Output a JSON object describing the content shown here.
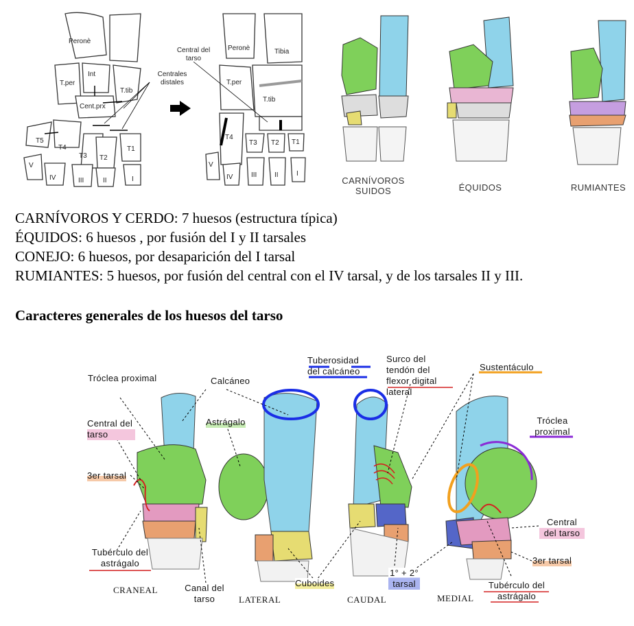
{
  "top_diagram": {
    "left_labels": {
      "perone": "Peronè",
      "int": "Int",
      "t_per": "T.per",
      "t_tib": "T.tib",
      "cent_prx": "Cent.prx",
      "t5": "T5",
      "t4": "T4",
      "t3": "T3",
      "t2": "T2",
      "t1": "T1",
      "m5": "V",
      "m4": "IV",
      "m3": "III",
      "m2": "II",
      "m1": "I",
      "centrales_distales": "Centrales distales"
    },
    "right_labels": {
      "perone": "Peronè",
      "tibia": "Tibia",
      "central_del_tarso": "Central del tarso",
      "t_per": "T.per",
      "t_tib": "T.tib",
      "t4": "T4",
      "t3": "T3",
      "t2": "T2",
      "t1": "T1",
      "m5": "V",
      "m4": "IV",
      "m3": "III",
      "m2": "II",
      "m1": "I"
    },
    "groups": {
      "carnivoros": "CARNÍVOROS",
      "suidos": "SUIDOS",
      "equidos": "ÉQUIDOS",
      "rumiantes": "RUMIANTES"
    }
  },
  "text_lines": [
    "CARNÍVOROS Y CERDO:  7 huesos (estructura típica)",
    "ÉQUIDOS:    6 huesos , por fusión del I y II tarsales",
    "CONEJO:     6 huesos, por desaparición del I tarsal",
    "RUMIANTES:  5 huesos, por fusión del central con el IV tarsal, y de los tarsales II y III."
  ],
  "heading": "Caracteres generales de los huesos del tarso",
  "bottom_diagram": {
    "labels": {
      "troclea_proximal_left": "Tróclea proximal",
      "calcaneo": "Calcáneo",
      "tuberosidad_calcaneo": "Tuberosidad del calcáneo",
      "surco_tendon": "Surco del tendón del flexor digital lateral",
      "sustentaculo": "Sustentáculo",
      "central_tarso_left": "Central del tarso",
      "astragalo": "Astrágalo",
      "troclea_proximal_right": "Tróclea proximal",
      "tercer_tarsal_left": "3er tarsal",
      "tuberculo_astragalo_left": "Tubérculo del astrágalo",
      "cuboides": "Cuboides",
      "canal_tarso": "Canal del tarso",
      "tarsal_1_2": "1° + 2° tarsal",
      "central_tarso_right": "Central del tarso",
      "tercer_tarsal_right": "3er tarsal",
      "tuberculo_astragalo_right": "Tubérculo del astrágalo"
    },
    "views": {
      "craneal": "CRANEAL",
      "lateral": "LATERAL",
      "caudal": "CAUDAL",
      "medial": "MEDIAL"
    },
    "colors": {
      "calcaneo": "#8fd3ea",
      "astragalo": "#7fd05a",
      "central": "#e39ac0",
      "tercer": "#e8a070",
      "cuboides": "#e6dc72",
      "tarsal12": "#5466c8"
    }
  }
}
